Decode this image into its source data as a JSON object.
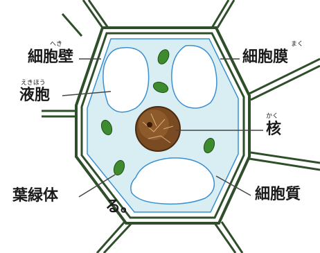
{
  "labels": {
    "cell_wall": "細胞壁",
    "cell_wall_ruby": "へき",
    "vacuole": "液胞",
    "vacuole_ruby": "えきほう",
    "chloroplast": "葉緑体",
    "cell_membrane": "細胞膜",
    "cell_membrane_ruby": "まく",
    "nucleus": "核",
    "nucleus_ruby": "かく",
    "cytoplasm": "細胞質"
  },
  "fragment_text": "る。",
  "colors": {
    "cell_wall": "#2f4f2a",
    "cell_wall_inner": "#ffffff",
    "cytoplasm": "#d9eef2",
    "membrane": "#3a8fd0",
    "chloroplast": "#3e8a2e",
    "nucleus": "#7a4a22",
    "label_line": "#444444"
  }
}
